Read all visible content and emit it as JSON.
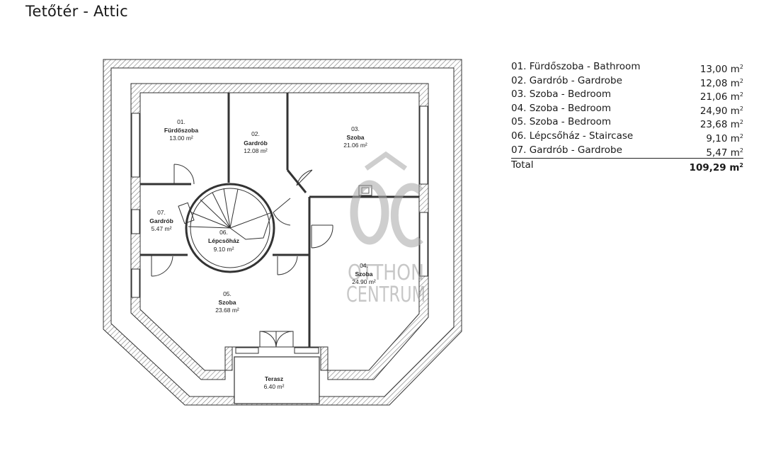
{
  "page_title": "Tetőtér - Attic",
  "rooms": [
    {
      "num": "01.",
      "name": "Fürdőszoba",
      "area": "13.00 m²"
    },
    {
      "num": "02.",
      "name": "Gardrób",
      "area": "12.08 m²"
    },
    {
      "num": "03.",
      "name": "Szoba",
      "area": "21.06 m²"
    },
    {
      "num": "04.",
      "name": "Szoba",
      "area": "24.90 m²"
    },
    {
      "num": "05.",
      "name": "Szoba",
      "area": "23.68 m²"
    },
    {
      "num": "06.",
      "name": "Lépcsőház",
      "area": "9.10 m²"
    },
    {
      "num": "07.",
      "name": "Gardrób",
      "area": "5.47 m²"
    },
    {
      "num": "",
      "name": "Terasz",
      "area": "6.40 m²"
    }
  ],
  "area_table": {
    "rows": [
      {
        "label": "01. Fürdőszoba - Bathroom",
        "value": "13,00 m",
        "unit_sup": "2"
      },
      {
        "label": "02. Gardrób - Gardrobe",
        "value": "12,08 m",
        "unit_sup": "2"
      },
      {
        "label": "03. Szoba - Bedroom",
        "value": "21,06 m",
        "unit_sup": "2"
      },
      {
        "label": "04. Szoba - Bedroom",
        "value": "24,90 m",
        "unit_sup": "2"
      },
      {
        "label": "05. Szoba - Bedroom",
        "value": "23,68 m",
        "unit_sup": "2"
      },
      {
        "label": "06. Lépcsőház - Staircase",
        "value": "9,10 m",
        "unit_sup": "2"
      },
      {
        "label": "07. Gardrób - Gardrobe",
        "value": "5,47 m",
        "unit_sup": "2"
      }
    ],
    "total": {
      "label": "Total",
      "value": "109,29 m",
      "unit_sup": "2"
    }
  },
  "watermark": {
    "line1": "OTTHON",
    "line2": "CENTRUM",
    "color": "#9a9a9a"
  }
}
